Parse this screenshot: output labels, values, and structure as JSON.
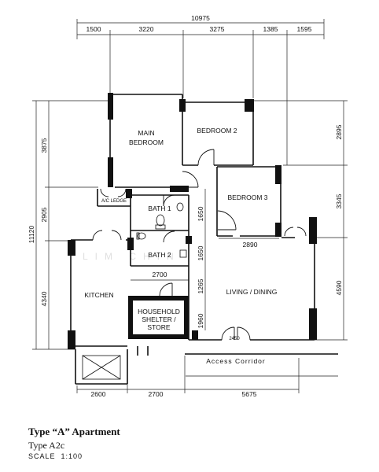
{
  "dimensions": {
    "total_width": "10975",
    "top_segments": [
      "1500",
      "3220",
      "3275",
      "1385",
      "1595"
    ],
    "bottom_segments": [
      "2600",
      "2700",
      "5675"
    ],
    "left_total": "11120",
    "left_segments": [
      "3875",
      "2905",
      "4340"
    ],
    "right_segments": [
      "2895",
      "3345",
      "4590"
    ],
    "interior": [
      "1650",
      "1650",
      "1265",
      "1960",
      "2700",
      "2890"
    ]
  },
  "rooms": {
    "main_bedroom": [
      "MAIN",
      "BEDROOM"
    ],
    "bedroom_2": "BEDROOM 2",
    "bedroom_3": "BEDROOM 3",
    "ac_ledge": "A/C LEDGE",
    "bath_1": "BATH 1",
    "bath_2": "BATH 2",
    "kitchen": "KITCHEN",
    "living_dining": "LIVING / DINING",
    "household_shelter": [
      "HOUSEHOLD",
      "SHELTER /",
      "STORE"
    ],
    "access_corridor": "Access  Corridor",
    "entrance_label": "2450"
  },
  "watermark": "LIM CHIN",
  "caption": {
    "title": "Type “A” Apartment",
    "type": "Type A2c",
    "scale_label": "SCALE",
    "scale_value": "1:100"
  }
}
